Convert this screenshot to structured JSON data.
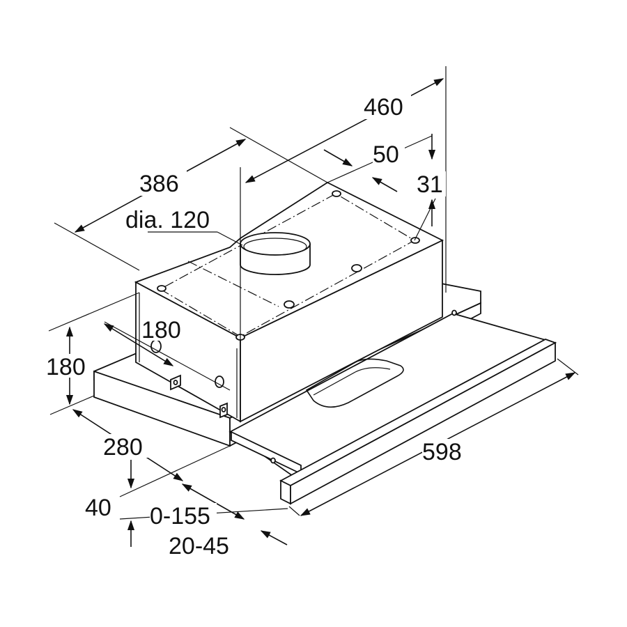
{
  "dimensions": {
    "d460": "460",
    "d386": "386",
    "d50": "50",
    "d31": "31",
    "dia120": "dia. 120",
    "d180_depth": "180",
    "d180_height": "180",
    "d280": "280",
    "d40": "40",
    "d0_155": "0-155",
    "d20_45": "20-45",
    "d598": "598"
  },
  "colors": {
    "line": "#111111",
    "background": "#ffffff"
  }
}
